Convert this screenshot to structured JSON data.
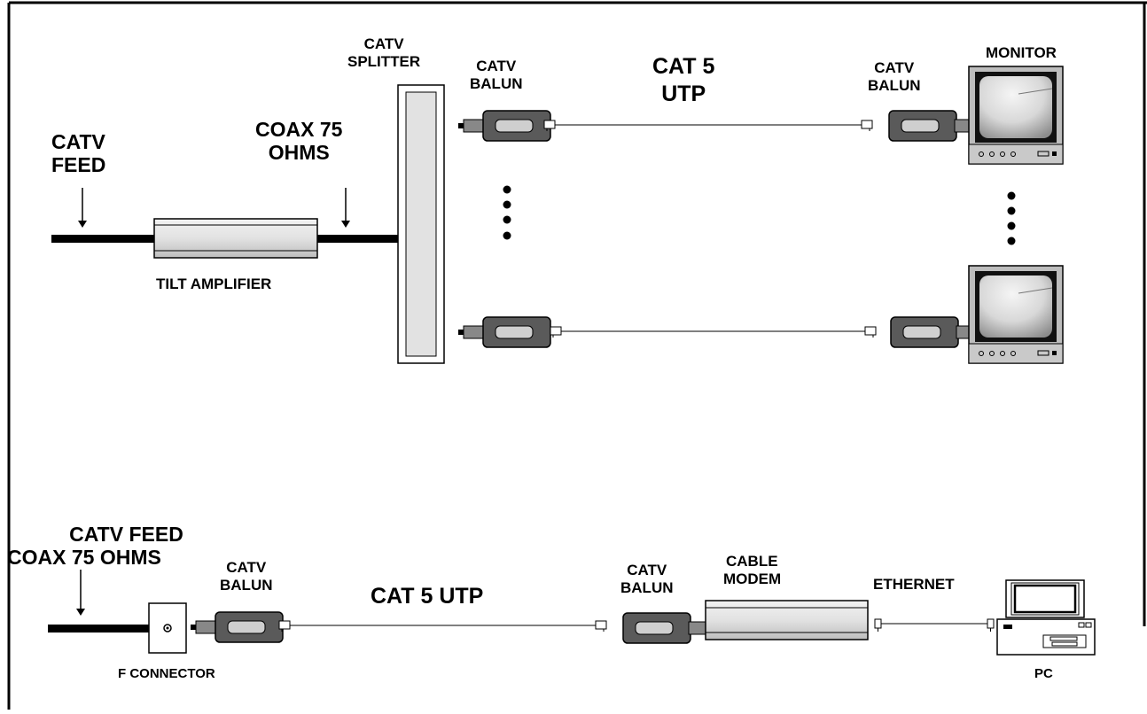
{
  "labels": {
    "catv_splitter": [
      "CATV",
      "SPLITTER"
    ],
    "catv_feed_top": [
      "CATV",
      "FEED"
    ],
    "coax_75_ohms_top": [
      "COAX 75",
      "OHMS"
    ],
    "tilt_amplifier": "TILT AMPLIFIER",
    "balun_top_left": [
      "CATV",
      "BALUN"
    ],
    "cat5_utp_top": [
      "CAT 5",
      "UTP"
    ],
    "balun_top_right": [
      "CATV",
      "BALUN"
    ],
    "monitor": "MONITOR",
    "catv_feed_bottom": [
      "CATV FEED",
      "COAX 75 OHMS"
    ],
    "balun_bottom_left": [
      "CATV",
      "BALUN"
    ],
    "cat5_utp_bottom": "CAT 5 UTP",
    "balun_bottom_right": [
      "CATV",
      "BALUN"
    ],
    "cable_modem": [
      "CABLE",
      "MODEM"
    ],
    "ethernet": "ETHERNET",
    "f_connector": "F CONNECTOR",
    "pc": "PC"
  },
  "colors": {
    "border": "#000000",
    "cable_thick": "#000000",
    "device_fill": "#e6e6e6",
    "device_shade": "#c4c4c4",
    "balun_body": "#5a5a5a",
    "balun_window": "#cfcfcf",
    "screen_light": "#ececec",
    "screen_dark": "#8c8c8c"
  }
}
